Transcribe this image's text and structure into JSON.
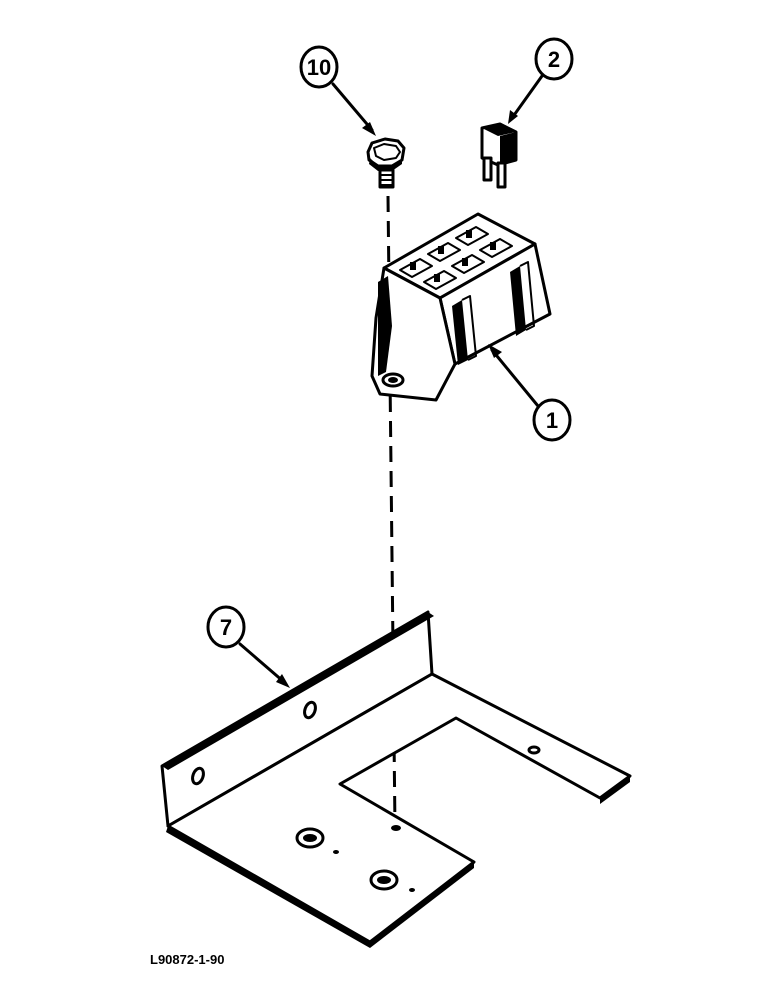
{
  "callouts": [
    {
      "id": "c10",
      "label": "10"
    },
    {
      "id": "c2",
      "label": "2"
    },
    {
      "id": "c1",
      "label": "1"
    },
    {
      "id": "c7",
      "label": "7"
    }
  ],
  "reference_code": "L90872-1-90"
}
